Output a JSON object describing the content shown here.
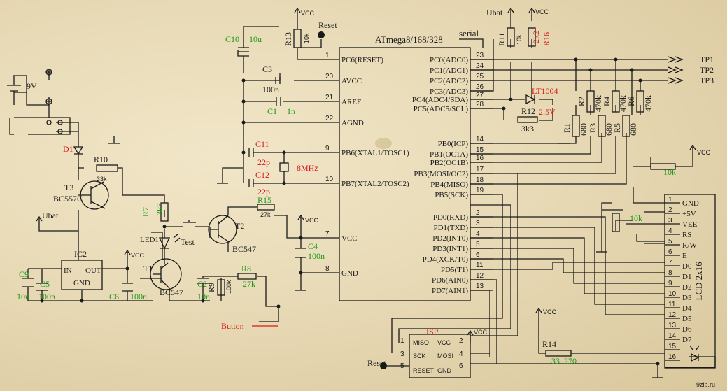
{
  "mcu": {
    "name": "ATmega8/168/328",
    "serial": "serial",
    "left_pins": [
      {
        "num": "1",
        "label": "PC6(RESET)"
      },
      {
        "num": "20",
        "label": "AVCC"
      },
      {
        "num": "21",
        "label": "AREF"
      },
      {
        "num": "22",
        "label": "AGND"
      },
      {
        "num": "9",
        "label": "PB6(XTAL1/TOSC1)"
      },
      {
        "num": "10",
        "label": "PB7(XTAL2/TOSC2)"
      },
      {
        "num": "7",
        "label": "VCC"
      },
      {
        "num": "8",
        "label": "GND"
      }
    ],
    "right_pins": [
      {
        "num": "23",
        "label": "PC0(ADC0)"
      },
      {
        "num": "24",
        "label": "PC1(ADC1)"
      },
      {
        "num": "25",
        "label": "PC2(ADC2)"
      },
      {
        "num": "26",
        "label": "PC3(ADC3)"
      },
      {
        "num": "27",
        "label": "PC4(ADC4/SDA)"
      },
      {
        "num": "28",
        "label": "PC5(ADC5/SCL)"
      },
      {
        "num": "14",
        "label": "PB0(ICP)"
      },
      {
        "num": "15",
        "label": "PB1(OC1A)"
      },
      {
        "num": "16",
        "label": "PB2(OC1B)"
      },
      {
        "num": "17",
        "label": "PB3(MOSI/OC2)"
      },
      {
        "num": "18",
        "label": "PB4(MISO)"
      },
      {
        "num": "19",
        "label": "PB5(SCK)"
      },
      {
        "num": "2",
        "label": "PD0(RXD)"
      },
      {
        "num": "3",
        "label": "PD1(TXD)"
      },
      {
        "num": "4",
        "label": "PD2(INT0)"
      },
      {
        "num": "5",
        "label": "PD3(INT1)"
      },
      {
        "num": "6",
        "label": "PD4(XCK/T0)"
      },
      {
        "num": "11",
        "label": "PD5(T1)"
      },
      {
        "num": "12",
        "label": "PD6(AIN0)"
      },
      {
        "num": "13",
        "label": "PD7(AIN1)"
      }
    ]
  },
  "lcd": {
    "name": "LCD 2x16",
    "pins": [
      {
        "num": "1",
        "label": "GND"
      },
      {
        "num": "2",
        "label": "+5V"
      },
      {
        "num": "3",
        "label": "VEE"
      },
      {
        "num": "4",
        "label": "RS"
      },
      {
        "num": "5",
        "label": "R/W"
      },
      {
        "num": "6",
        "label": "E"
      },
      {
        "num": "7",
        "label": "D0"
      },
      {
        "num": "8",
        "label": "D1"
      },
      {
        "num": "9",
        "label": "D2"
      },
      {
        "num": "10",
        "label": "D3"
      },
      {
        "num": "11",
        "label": "D4"
      },
      {
        "num": "12",
        "label": "D5"
      },
      {
        "num": "13",
        "label": "D6"
      },
      {
        "num": "14",
        "label": "D7"
      },
      {
        "num": "15",
        "label": ""
      },
      {
        "num": "16",
        "label": ""
      }
    ]
  },
  "isp": {
    "name": "ISP",
    "pins": [
      {
        "num": "1",
        "label": "MISO"
      },
      {
        "num": "2",
        "label": "VCC"
      },
      {
        "num": "3",
        "label": "SCK"
      },
      {
        "num": "4",
        "label": "MOSI"
      },
      {
        "num": "5",
        "label": "RESET"
      },
      {
        "num": "6",
        "label": "GND"
      }
    ]
  },
  "ic2": {
    "name": "IC2",
    "in": "IN",
    "out": "OUT",
    "gnd": "GND"
  },
  "labels": {
    "vcc": "VCC",
    "reset": "Reset",
    "ubat": "Ubat",
    "battery": "9V",
    "test": "Test",
    "button": "Button",
    "tp1": "TP1",
    "tp2": "TP2",
    "tp3": "TP3",
    "watermark": "9zip.ru",
    "d1": "D1",
    "led1": "LED1",
    "lt1004": "LT1004",
    "v25": "2.5V",
    "t3": "T3",
    "t3_type": "BC557C",
    "t2": "T2",
    "t2_type": "BC547",
    "t1": "T1",
    "t1_type": "BC547"
  },
  "components": {
    "c10": "C10",
    "c10v": "10u",
    "c3": "C3",
    "c3v": "100n",
    "c1": "C1",
    "c1v": "1n",
    "c11": "C11",
    "c11v": "22p",
    "c12": "C12",
    "c12v": "22p",
    "xtal": "8MHz",
    "c4": "C4",
    "c4v": "100n",
    "c9": "C9",
    "c9v": "10u",
    "c5": "C5",
    "c5v": "100n",
    "c6": "C6",
    "c6v": "100n",
    "c2": "C2",
    "c2v": "10n",
    "r13": "R13",
    "r13v": "10k",
    "r11": "R11",
    "r11v": "10k",
    "r16": "R16",
    "r16v": "2k2",
    "r12": "R12",
    "r12v": "3k3",
    "r10": "R10",
    "r10v": "33k",
    "r7": "R7",
    "r7v": "3k3",
    "r15": "R15",
    "r15v": "27k",
    "r8": "R8",
    "r8v": "27k",
    "r9": "R9",
    "r9v": "100k",
    "r1": "R1",
    "r1v": "680",
    "r2": "R2",
    "r2v": "470k",
    "r3": "R3",
    "r3v": "680",
    "r4": "R4",
    "r4v": "470k",
    "r5": "R5",
    "r5v": "680",
    "r6": "R6",
    "r6v": "470k",
    "pot": "10k",
    "rvee": "10k",
    "r14": "R14",
    "r14v": "33–270"
  }
}
